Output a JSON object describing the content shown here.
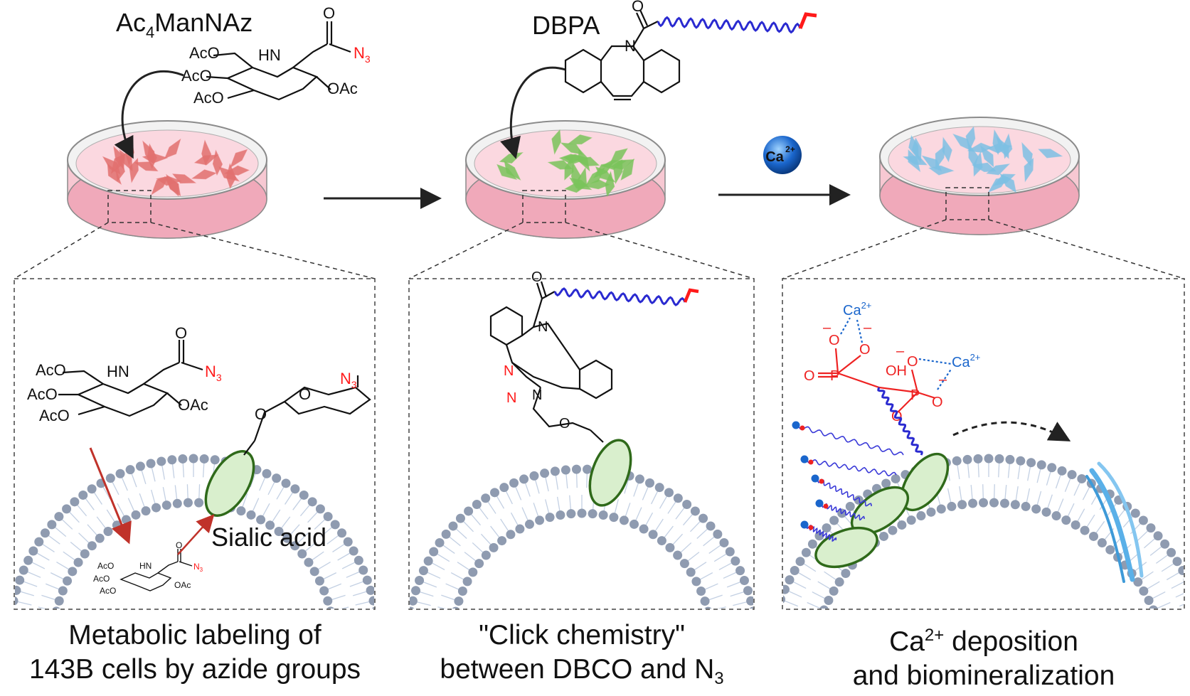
{
  "top": {
    "reagent1_base": "Ac",
    "reagent1_sub": "4",
    "reagent1_rest": "ManNAz",
    "reagent2": "DBPA",
    "ion_base": "Ca",
    "ion_charge": "2+"
  },
  "chem": {
    "aco": "AcO",
    "oac": "OAc",
    "nh": "HN",
    "n": "N",
    "n3_base": "N",
    "n3_sub": "3",
    "o": "O",
    "oh": "OH",
    "p": "P",
    "minus": "–",
    "sialic_acid": "Sialic acid"
  },
  "captions": {
    "panel1_line1": "Metabolic labeling of",
    "panel1_line2": "143B cells by azide groups",
    "panel2_line1": "\"Click chemistry\"",
    "panel2_line2_pre": "between DBCO and N",
    "panel2_line2_sub": "3",
    "panel3_line1_base": "Ca",
    "panel3_line1_sup": "2+",
    "panel3_line1_post": " deposition",
    "panel3_line2": "and biomineralization"
  },
  "colors": {
    "dish1": "#e2706f",
    "dish2": "#7ac45b",
    "dish3": "#7ec0e4",
    "azide": "#ff1a1a",
    "dbco_chain": "#2a2ad0",
    "phosphonate": "#ee2222",
    "calcium": "#1a66cc",
    "membrane_head": "#8f9bb0",
    "protein_fill": "#d9efcd",
    "protein_stroke": "#2f6a1a",
    "mineral": "#5ab0e8"
  }
}
